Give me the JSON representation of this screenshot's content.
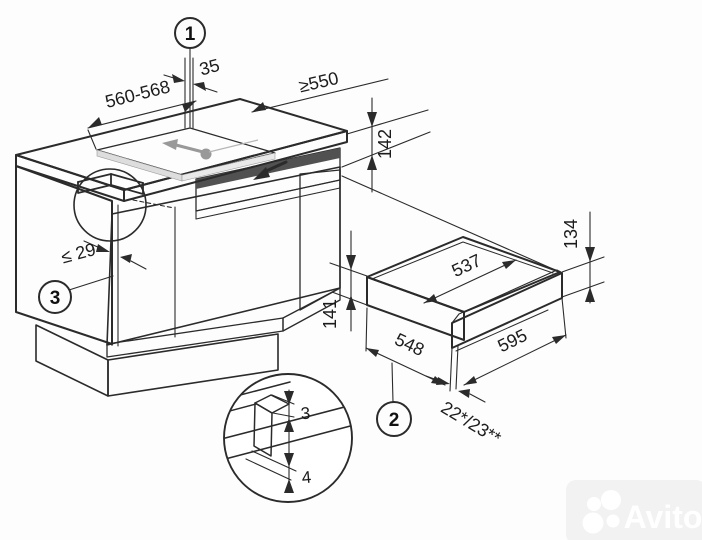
{
  "diagram": {
    "callout_1": "1",
    "callout_2": "2",
    "callout_3": "3",
    "dim_top_gap": "35",
    "dim_cutout_width": "560-568",
    "dim_worktop_depth": "≥550",
    "dim_niche_height": "142",
    "dim_overhang": "≤ 29",
    "dim_drawer_inner_width": "537",
    "dim_front_height": "134",
    "dim_body_height": "141",
    "dim_body_depth": "548",
    "dim_front_width": "595",
    "dim_front_thickness": "22*/23**",
    "dim_detail_gap_top": "3",
    "dim_detail_gap_bottom": "4"
  },
  "watermark": {
    "brand": "Avito"
  }
}
